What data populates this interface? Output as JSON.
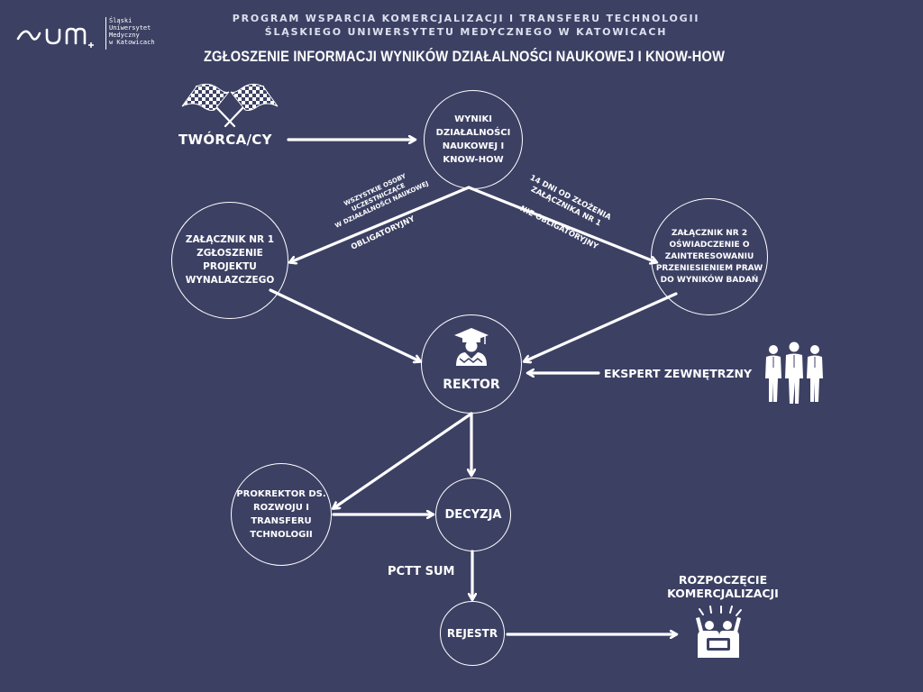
{
  "logo": {
    "mark": "SUM+",
    "lines": [
      "Śląski",
      "Uniwersytet",
      "Medyczny",
      "w Katowicach"
    ]
  },
  "header": {
    "line1": "PROGRAM WSPARCIA KOMERCJALIZACJI I TRANSFERU TECHNOLOGII",
    "line2": "ŚLĄSKIEGO UNIWERSYTETU MEDYCZNEGO W KATOWICACH"
  },
  "title": "ZGŁOSZENIE INFORMACJI WYNIKÓW DZIAŁALNOŚCI NAUKOWEJ I KNOW-HOW",
  "nodes": {
    "tworca": "TWÓRCA/CY",
    "wyniki": "WYNIKI\nDZIAŁALNOŚCI\nNAUKOWEJ I\nKNOW-HOW",
    "zalacznik1": "ZAŁĄCZNIK NR 1\nZGŁOSZENIE\nPROJEKTU\nWYNALAZCZEGO",
    "zalacznik2": "ZAŁĄCZNIK NR 2\nOŚWIADCZENIE O\nZAINTERESOWANIU\nPRZENIESIENIEM PRAW\nDO WYNIKÓW BADAŃ",
    "rektor": "REKTOR",
    "ekspert": "EKSPERT ZEWNĘTRZNY",
    "prorektor": "PROKREKTOR DS.\nROZWOJU I\nTRANSFERU\nTCHNOLOGII",
    "decyzja": "DECYZJA",
    "pctt": "PCTT SUM",
    "rejestr": "REJESTR",
    "rozpoczecie": "ROZPOCZĘCIE\nKOMERCJALIZACJI"
  },
  "edge_labels": {
    "wszystkie": "WSZYSTKIE OSOBY\nUCZESTNICZĄCE\nW DZIAŁALNOŚCI NAUKOWEJ",
    "obligatoryjny": "OBLIGATORYJNY",
    "dni14": "14 DNI OD ZŁOŻENIA\nZAŁĄCZNIKA NR 1",
    "nie_obligatoryjny": "NIE OBLIGATORYJNY"
  },
  "icons": {
    "flags": "checkered-flags-icon",
    "graduate": "graduate-icon",
    "people": "business-people-icon",
    "celebration": "celebration-icon"
  },
  "colors": {
    "background": "#3c4063",
    "foreground": "#ffffff"
  }
}
